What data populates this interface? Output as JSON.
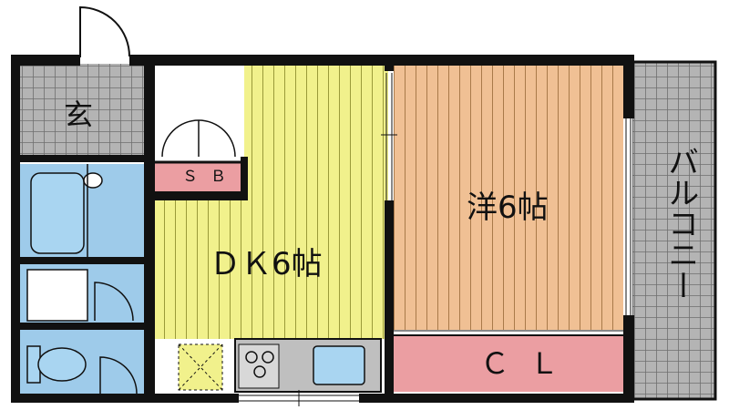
{
  "rooms": {
    "entrance": "玄",
    "storage_box": "ＳＢ",
    "dining_kitchen": "ＤＫ6帖",
    "western_room": "洋6帖",
    "closet": "ＣＬ",
    "balcony": "バルコニー"
  },
  "colors": {
    "wall": "#111111",
    "tile": "#8f8f8f",
    "dk_floor": "#f1f18c",
    "western_floor": "#f0c094",
    "closet_fill": "#eb9ea2",
    "storage_fill": "#eb9ea2",
    "water_room": "#9ecbea",
    "fixture": "#a9d5f1"
  }
}
